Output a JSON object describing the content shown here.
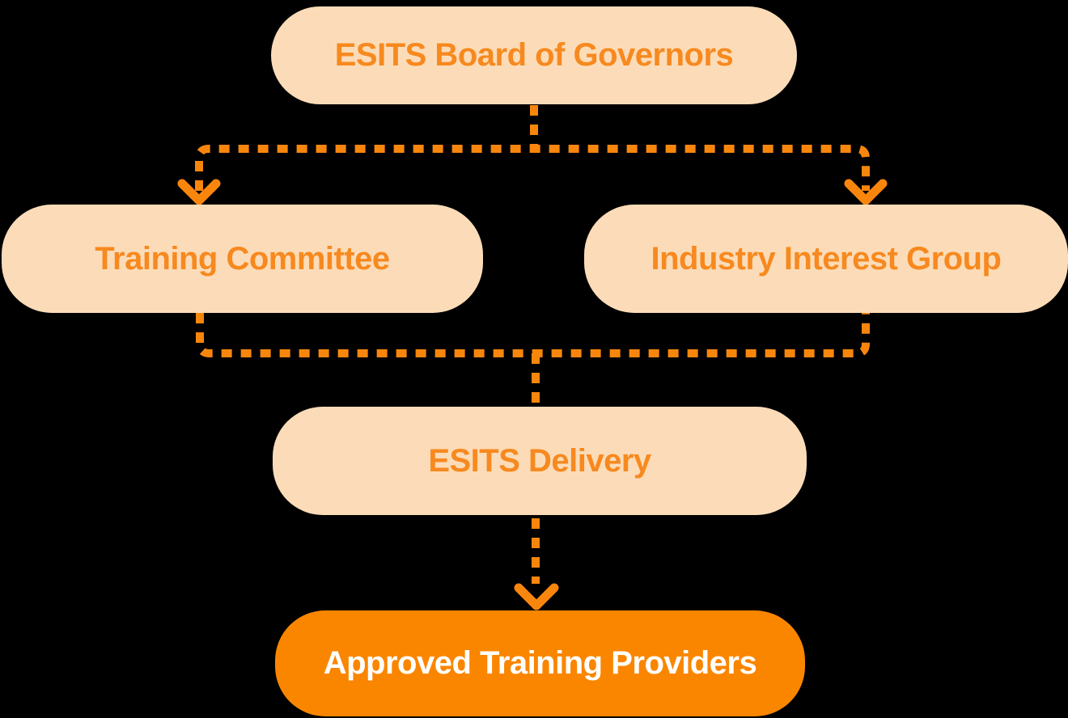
{
  "diagram": {
    "type": "flowchart",
    "nodes": [
      {
        "id": "board",
        "label": "ESITS Board of Governors",
        "variant": "light"
      },
      {
        "id": "training",
        "label": "Training Committee",
        "variant": "light"
      },
      {
        "id": "industry",
        "label": "Industry Interest Group",
        "variant": "light"
      },
      {
        "id": "delivery",
        "label": "ESITS Delivery",
        "variant": "light"
      },
      {
        "id": "approved",
        "label": "Approved Training Providers",
        "variant": "solid"
      }
    ],
    "edges": [
      {
        "from": "board",
        "to": "training",
        "style": "dashed",
        "arrowhead": true
      },
      {
        "from": "board",
        "to": "industry",
        "style": "dashed",
        "arrowhead": true
      },
      {
        "from": "training",
        "to": "delivery",
        "style": "dashed",
        "arrowhead": false
      },
      {
        "from": "industry",
        "to": "delivery",
        "style": "dashed",
        "arrowhead": false
      },
      {
        "from": "delivery",
        "to": "approved",
        "style": "dashed",
        "arrowhead": true
      }
    ],
    "colors": {
      "background": "#000000",
      "node_fill_light": "#FCDCB8",
      "node_fill_solid": "#FA8600",
      "node_text_orange": "#F7891F",
      "node_text_white": "#FFFFFF",
      "connector_line": "#F8860D"
    }
  }
}
